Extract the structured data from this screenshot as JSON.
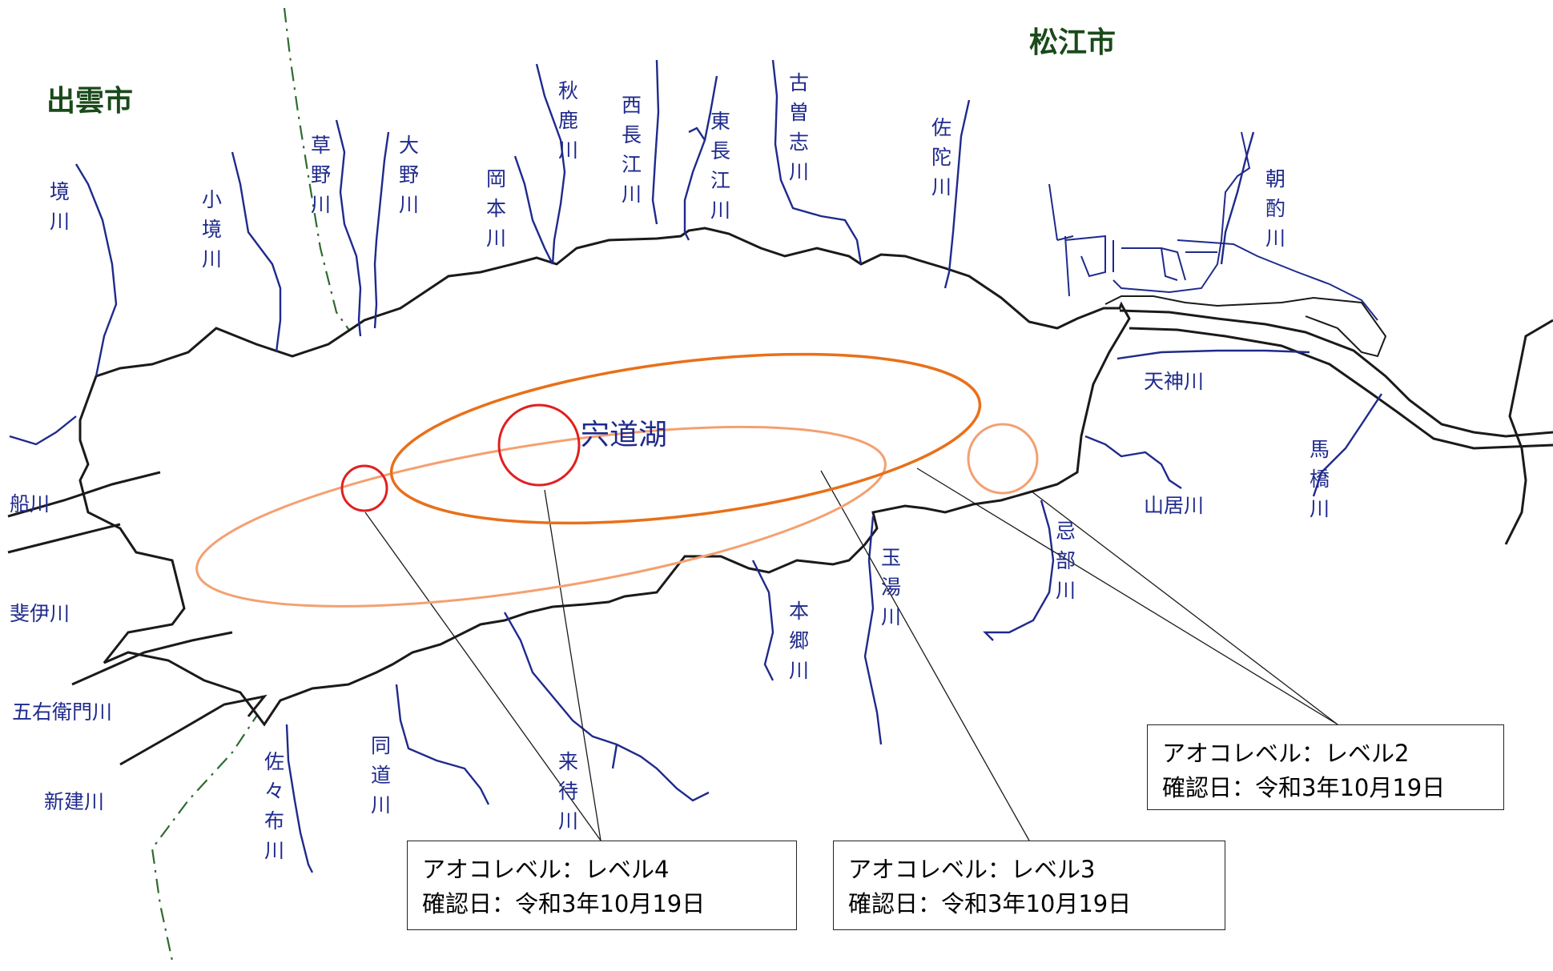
{
  "cities": {
    "izumo": "出雲市",
    "matsue": "松江市"
  },
  "lake": {
    "name": "宍道湖"
  },
  "rivers": {
    "sakaigawa": "境\n川",
    "kozakaigawa": "小\n境\n川",
    "kusanogawa": "草\n野\n川",
    "onogawa": "大\n野\n川",
    "okamotogawa": "岡\n本\n川",
    "akashikagawa": "秋\n鹿\n川",
    "nishinagaegawa": "西\n長\n江\n川",
    "higashinagaegawa": "東\n長\n江\n川",
    "kososhigawa": "古\n曽\n志\n川",
    "sadagawa": "佐\n陀\n川",
    "asakumigawa": "朝\n酌\n川",
    "tenjingawa": "天神川",
    "mabashigawa": "馬\n橋\n川",
    "yamaigawa": "山居川",
    "imbegawa": "忌\n部\n川",
    "tamayugawa": "玉\n湯\n川",
    "hongogawa": "本\n郷\n川",
    "kimachigawa": "来\n待\n川",
    "dodogawa": "同\n道\n川",
    "sasafugawa": "佐\n々\n布\n川",
    "shindatsugawa": "新建川",
    "goemongawa": "五右衛門川",
    "hiikawa": "斐伊川",
    "funagawa": "船川"
  },
  "callouts": [
    {
      "line1": "アオコレベル：レベル2",
      "line2": "確認日：令和3年10月19日"
    },
    {
      "line1": "アオコレベル：レベル4",
      "line2": "確認日：令和3年10月19日"
    },
    {
      "line1": "アオコレベル：レベル3",
      "line2": "確認日：令和3年10月19日"
    }
  ],
  "colors": {
    "shoreline": "#1a1a1a",
    "river": "#1f2a8c",
    "boundary": "#2e6b2e",
    "level4": "#e02020",
    "level3": "#e8701a",
    "level2": "#f4a070"
  }
}
